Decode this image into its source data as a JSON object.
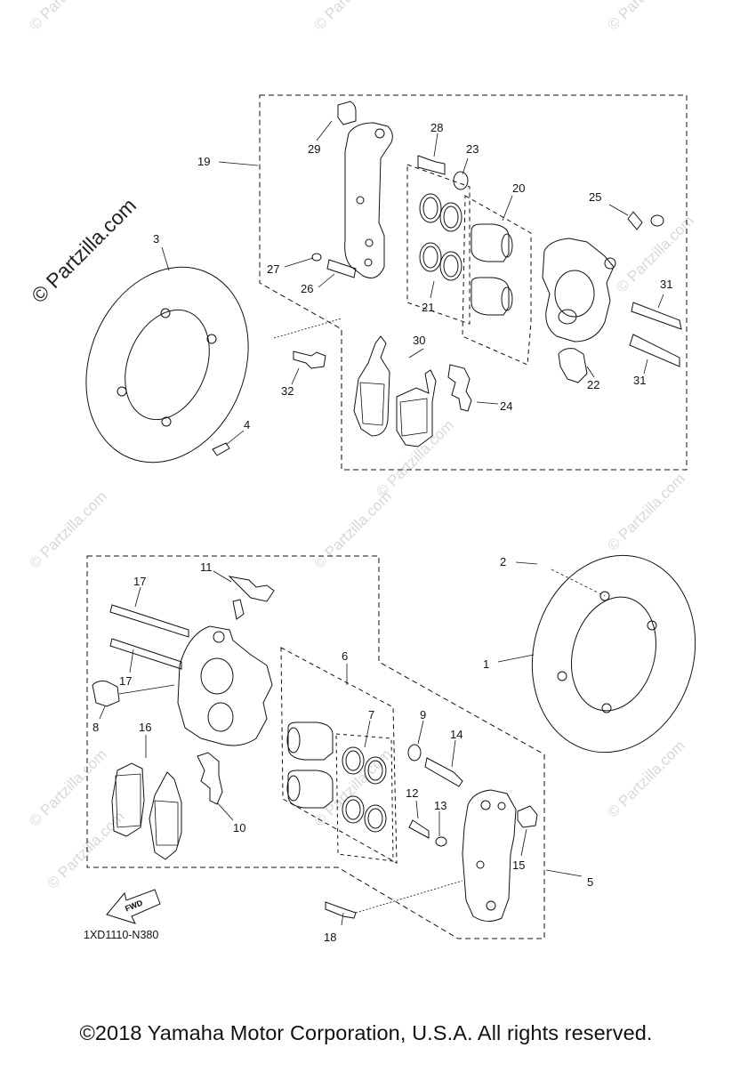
{
  "diagram": {
    "drawing_code": "1XD1110-N380",
    "fwd_label": "FWD",
    "copyright": "©2018  Yamaha Motor Corporation, U.S.A. All rights reserved.",
    "watermark": "© Partzilla.com",
    "callouts": [
      {
        "id": "c1",
        "label": "1"
      },
      {
        "id": "c2",
        "label": "2"
      },
      {
        "id": "c3",
        "label": "3"
      },
      {
        "id": "c4",
        "label": "4"
      },
      {
        "id": "c5",
        "label": "5"
      },
      {
        "id": "c6",
        "label": "6"
      },
      {
        "id": "c7",
        "label": "7"
      },
      {
        "id": "c8",
        "label": "8"
      },
      {
        "id": "c9",
        "label": "9"
      },
      {
        "id": "c10",
        "label": "10"
      },
      {
        "id": "c11",
        "label": "11"
      },
      {
        "id": "c12",
        "label": "12"
      },
      {
        "id": "c13",
        "label": "13"
      },
      {
        "id": "c14",
        "label": "14"
      },
      {
        "id": "c15",
        "label": "15"
      },
      {
        "id": "c16",
        "label": "16"
      },
      {
        "id": "c17a",
        "label": "17"
      },
      {
        "id": "c17b",
        "label": "17"
      },
      {
        "id": "c18",
        "label": "18"
      },
      {
        "id": "c19",
        "label": "19"
      },
      {
        "id": "c20",
        "label": "20"
      },
      {
        "id": "c21",
        "label": "21"
      },
      {
        "id": "c22",
        "label": "22"
      },
      {
        "id": "c23",
        "label": "23"
      },
      {
        "id": "c24",
        "label": "24"
      },
      {
        "id": "c25",
        "label": "25"
      },
      {
        "id": "c26",
        "label": "26"
      },
      {
        "id": "c27",
        "label": "27"
      },
      {
        "id": "c28",
        "label": "28"
      },
      {
        "id": "c29",
        "label": "29"
      },
      {
        "id": "c30",
        "label": "30"
      },
      {
        "id": "c31a",
        "label": "31"
      },
      {
        "id": "c31b",
        "label": "31"
      },
      {
        "id": "c32",
        "label": "32"
      }
    ]
  }
}
